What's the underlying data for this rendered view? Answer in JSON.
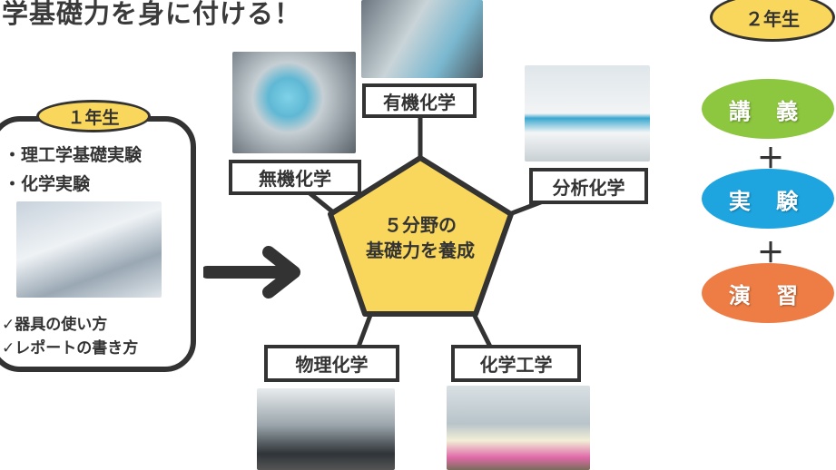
{
  "title": "学基礎力を身に付ける！",
  "year1": {
    "label": "１年生",
    "items": [
      "・理工学基礎実験",
      "・化学実験"
    ],
    "checks": [
      "✓器具の使い方",
      "✓レポートの書き方"
    ]
  },
  "center": {
    "line1": "５分野の",
    "line2": "基礎力を養成"
  },
  "fields": {
    "organic": "有機化学",
    "inorganic": "無機化学",
    "analytical": "分析化学",
    "physical": "物理化学",
    "engineering": "化学工学"
  },
  "year2": {
    "label": "２年生",
    "lecture": "講 義",
    "experiment": "実 験",
    "exercise": "演 習",
    "plus": "＋"
  },
  "colors": {
    "yellow": "#f9d65c",
    "green": "#8dc63f",
    "blue": "#1ea5e0",
    "orange": "#ee7d45"
  }
}
